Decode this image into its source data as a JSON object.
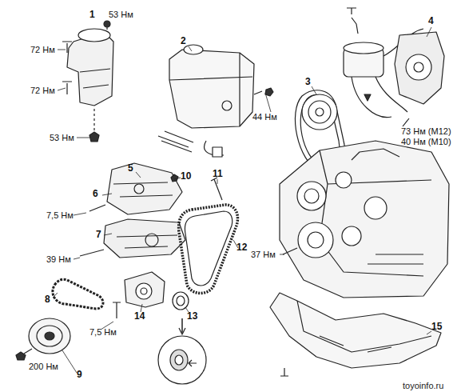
{
  "diagram": {
    "labels": [
      "53 Нм",
      "1",
      "72 Нм",
      "72 Нм",
      "53 Нм",
      "2",
      "44 Нм",
      "3",
      "4",
      "73 Нм (M12)",
      "40 Нм (M10)",
      "5",
      "6",
      "7,5 Нм",
      "10",
      "11",
      "37 Нм",
      "7",
      "39 Нм",
      "12",
      "8",
      "13",
      "14",
      "7,5 Нм",
      "200 Нм",
      "9",
      "15",
      "toyoinfo.ru"
    ]
  }
}
